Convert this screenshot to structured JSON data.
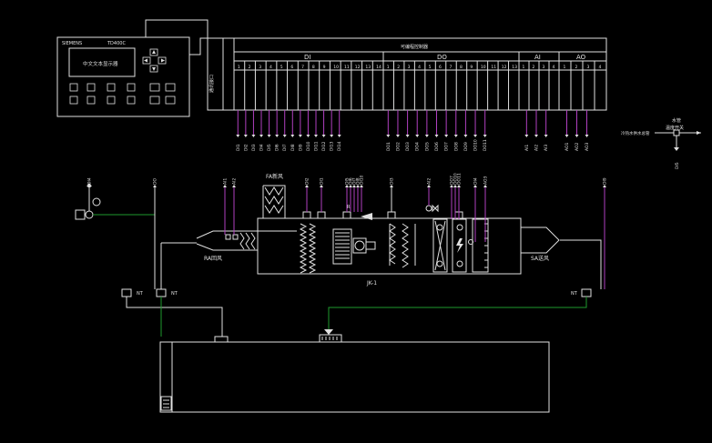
{
  "controller_panel": {
    "brand": "SIEMENS",
    "model": "TD400C",
    "screen_text": "中文文本显示器"
  },
  "plc": {
    "title": "可编程控制器",
    "side_label": "通讯接口",
    "groups": [
      {
        "name": "DI",
        "numbers": [
          "1",
          "2",
          "3",
          "4",
          "5",
          "6",
          "7",
          "8",
          "9",
          "10",
          "11",
          "12",
          "13",
          "14"
        ]
      },
      {
        "name": "DO",
        "numbers": [
          "1",
          "2",
          "3",
          "4",
          "5",
          "6",
          "7",
          "8",
          "9",
          "10",
          "11",
          "12",
          "13"
        ]
      },
      {
        "name": "AI",
        "numbers": [
          "1",
          "2",
          "3",
          "4"
        ]
      },
      {
        "name": "AO",
        "numbers": [
          "1",
          "2",
          "3",
          "4"
        ]
      }
    ],
    "di_points": [
      "DI1",
      "DI2",
      "DI3",
      "DI4",
      "DI5",
      "DI6",
      "DI7",
      "DI8",
      "DI9",
      "DI10",
      "DI11",
      "DI12",
      "DI13",
      "DI14"
    ],
    "do_points": [
      "DO1",
      "DO2",
      "DO3",
      "DO4",
      "DO5",
      "DO6",
      "DO7",
      "DO8",
      "DO9",
      "DO10",
      "DO11"
    ],
    "ai_points": [
      "AI1",
      "AI2",
      "AI3"
    ],
    "ao_points": [
      "AO1",
      "AO2",
      "AO3"
    ]
  },
  "valve_switch": {
    "label_line1": "水管",
    "label_line2": "温度开关",
    "pipe_label": "冷热水供水总管",
    "point": "DI5"
  },
  "ahu": {
    "unit_name": "JK-1",
    "fa_label": "FA新风",
    "ra_label": "RA回风",
    "sa_label": "SA送风",
    "points": {
      "smoke": [
        "DI4",
        "DO1",
        "AI1"
      ],
      "return_damper": [
        "AI1",
        "AI2"
      ],
      "fresh_damper": [
        "DI2"
      ],
      "filter": [
        "DI1"
      ],
      "fan": [
        "DI5",
        "DI6",
        "DI7",
        "DI8",
        "DI10"
      ],
      "coil": [
        "DI3"
      ],
      "valve": [
        "AI2"
      ],
      "humidifier": [
        "DO7",
        "DO10",
        "DO11"
      ],
      "heater": [
        "DI4",
        "AO3"
      ],
      "supply": [
        "DI9"
      ],
      "return_sensor": [
        "DO"
      ]
    },
    "sensor_text": "NT"
  }
}
